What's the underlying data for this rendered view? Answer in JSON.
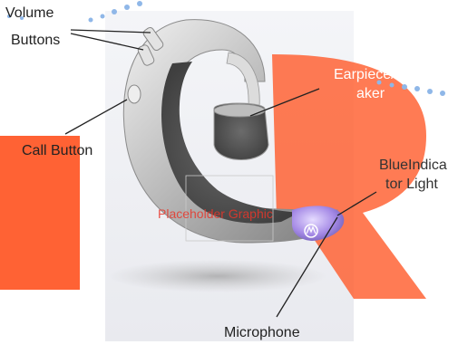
{
  "labels": {
    "volume": "Volume",
    "buttons": "Buttons",
    "earpiece_line1": "Earpiece/Spe",
    "earpiece_line2": "aker",
    "call_button": "Call Button",
    "indicator_line1": "BlueIndica",
    "indicator_line2": "tor Light",
    "microphone": "Microphone",
    "placeholder": "Placeholder Graphic"
  },
  "colors": {
    "watermark": "#ff5a2a",
    "dots": "#8fb7e8",
    "body_silver": "#c9c9c9",
    "mesh": "#5a5a5a",
    "indicator": "#a58ae6",
    "placeholder_text": "#e8362a"
  },
  "icons": {
    "logo": "motorola-logo-icon"
  }
}
